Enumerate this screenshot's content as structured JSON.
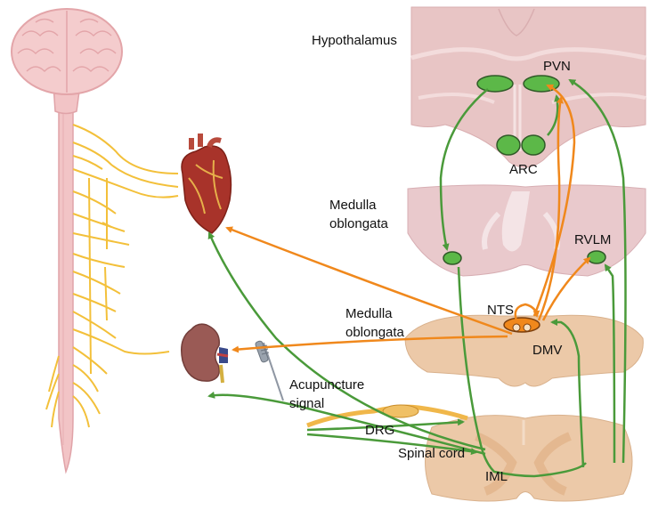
{
  "labels": {
    "hypothalamus": "Hypothalamus",
    "pvn": "PVN",
    "arc": "ARC",
    "medulla_top_line1": "Medulla",
    "medulla_top_line2": "oblongata",
    "rvlm": "RVLM",
    "medulla_mid_line1": "Medulla",
    "medulla_mid_line2": "oblongata",
    "nts": "NTS",
    "dmv": "DMV",
    "acupuncture_line1": "Acupuncture",
    "acupuncture_line2": "signal",
    "drg": "DRG",
    "spinal_cord": "Spinal cord",
    "iml": "IML"
  },
  "colors": {
    "green_pathway": "#4a9a3a",
    "orange_pathway": "#f0881c",
    "sympathetic_nerve": "#f3c03a",
    "nucleus_fill": "#5cb848",
    "hypothalamus_fill": "#e8c5c5",
    "medulla_fill": "#e9c9cc",
    "brainstem_fill": "#ecc9a8",
    "spinal_fill": "#ecc9a8",
    "brain_fill": "#f2c9c9"
  },
  "icons": {
    "brain": "brain-spinal-cord-icon",
    "heart": "heart-icon",
    "kidney": "kidney-icon",
    "needle": "acupuncture-needle-icon"
  }
}
